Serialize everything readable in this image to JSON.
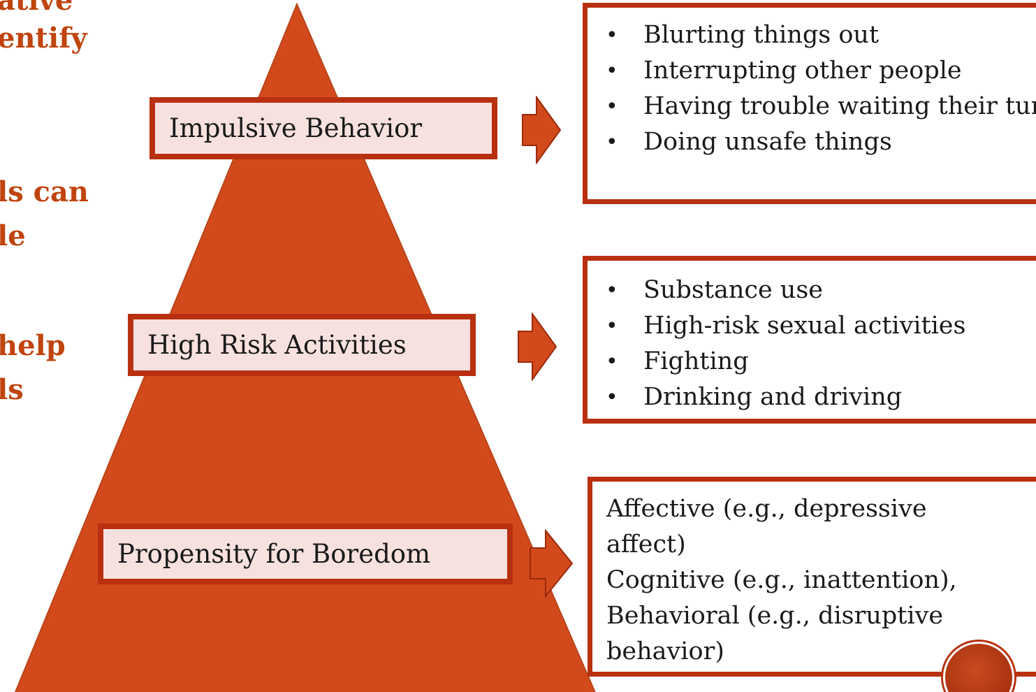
{
  "left_text": [
    "ative",
    "entify",
    "ls can",
    "le",
    "help",
    "ls"
  ],
  "levels": {
    "impulsive": "Impulsive Behavior",
    "high_risk": "High Risk Activities",
    "boredom": "Propensity for Boredom"
  },
  "boxes": {
    "impulsive_items": [
      "Blurting things out",
      "Interrupting other people",
      "Having trouble waiting their turn",
      "Doing unsafe things"
    ],
    "high_risk_items": [
      "Substance use",
      "High-risk sexual activities",
      "Fighting",
      "Drinking and driving"
    ],
    "boredom_lines": [
      "Affective (e.g., depressive",
      "affect)",
      "Cognitive (e.g., inattention),",
      "Behavioral (e.g., disruptive",
      "behavior)"
    ]
  },
  "bullet_glyph": "•",
  "colors": {
    "pyramid_fill": "#d24a1b",
    "border": "#b83010",
    "label_bg": "#f7e1df",
    "accent_text": "#c0440e"
  }
}
